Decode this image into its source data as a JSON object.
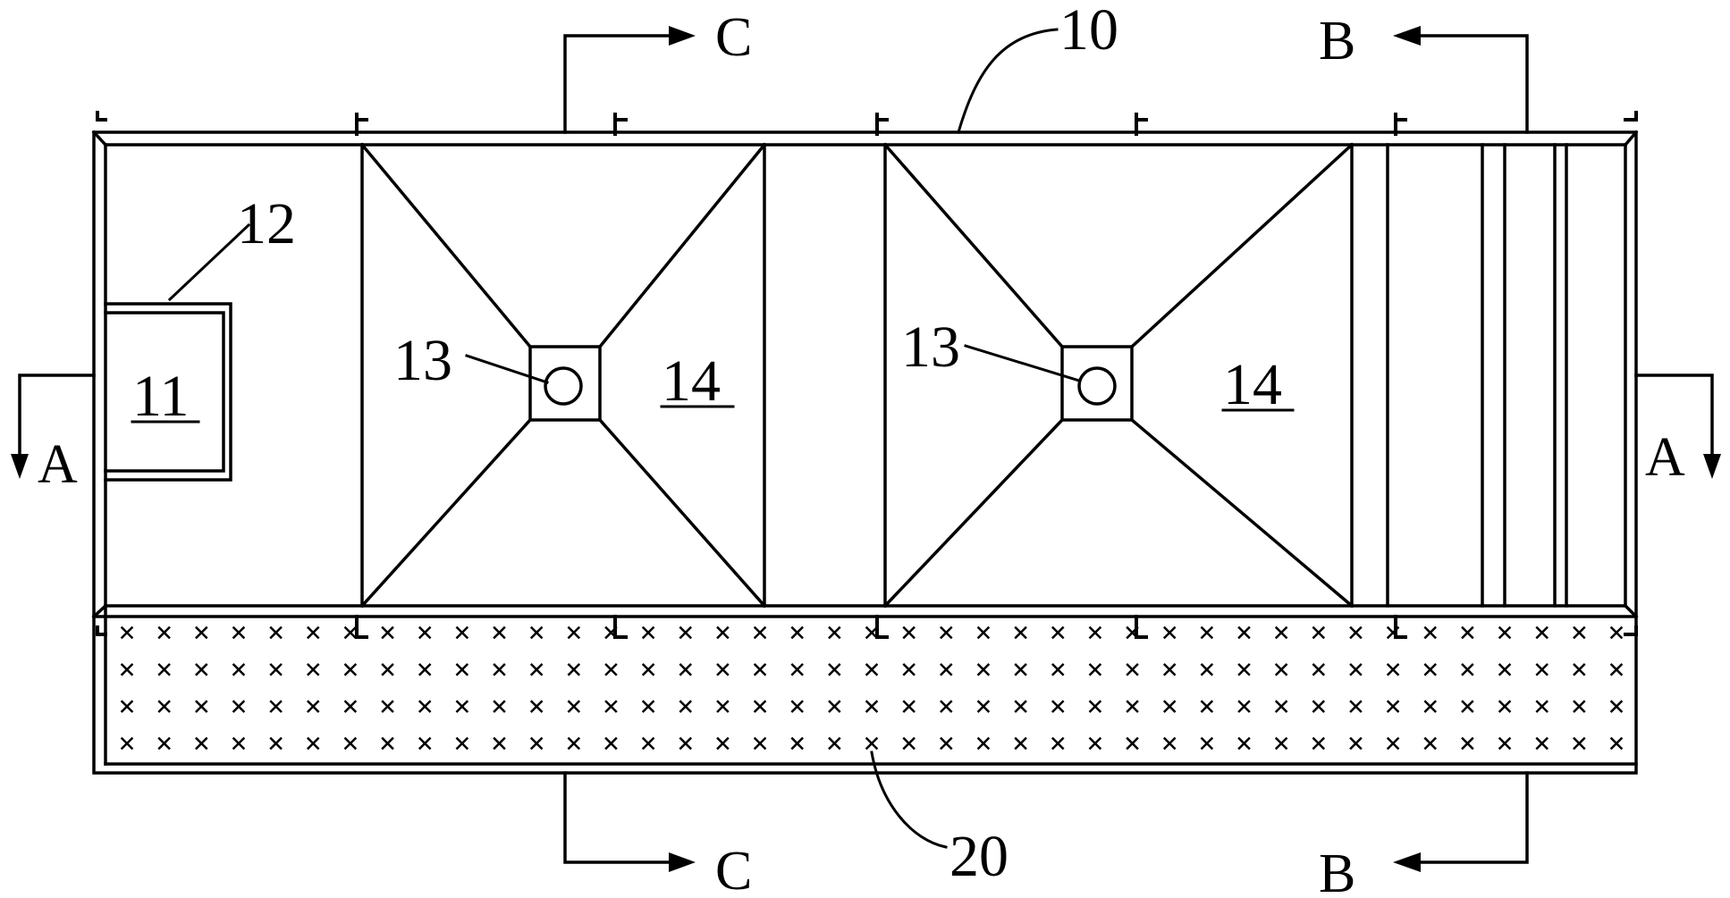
{
  "labels": {
    "l10": "10",
    "l11": "11",
    "l12": "12",
    "l13a": "13",
    "l13b": "13",
    "l14a": "14",
    "l14b": "14",
    "l20": "20"
  },
  "section_markers": {
    "a_left": "A",
    "a_right": "A",
    "b_top": "B",
    "b_bottom": "B",
    "c_top": "C",
    "c_bottom": "C"
  },
  "filler_grid": {
    "rows": 4,
    "columns": 41
  },
  "colors": {
    "line": "#000000",
    "background": "#ffffff"
  }
}
